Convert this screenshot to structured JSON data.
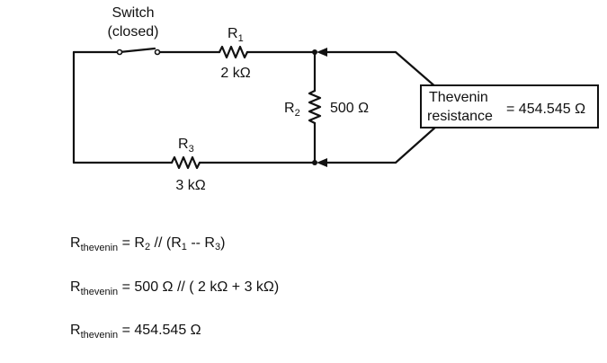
{
  "circuit": {
    "switch_label_line1": "Switch",
    "switch_label_line2": "(closed)",
    "r1_label": "R",
    "r1_sub": "1",
    "r1_value": "2 kΩ",
    "r2_label": "R",
    "r2_sub": "2",
    "r2_value": "500 Ω",
    "r3_label": "R",
    "r3_sub": "3",
    "r3_value": "3 kΩ",
    "box_line1": "Thevenin",
    "box_line2": "resistance",
    "box_result": "= 454.545 Ω"
  },
  "equations": {
    "lhs_main": "R",
    "lhs_sub": "thevenin",
    "eq1_a": " = R",
    "eq1_sub_a": "2",
    "eq1_b": " // (R",
    "eq1_sub_b": "1",
    "eq1_c": " -- R",
    "eq1_sub_c": "3",
    "eq1_d": ")",
    "eq2_rhs": " = 500 Ω // ( 2 kΩ + 3 kΩ)",
    "eq3_rhs": " = 454.545 Ω"
  }
}
